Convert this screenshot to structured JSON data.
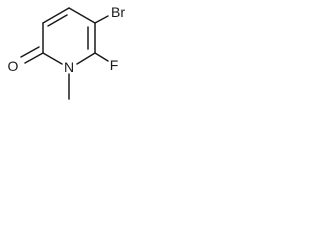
{
  "molecule": {
    "atoms": {
      "bromine": "Br",
      "fluorine": "F",
      "nitrogen": "N",
      "oxygen": "O"
    },
    "colors": {
      "ink": "#1a1a1a",
      "background": "#ffffff"
    }
  }
}
